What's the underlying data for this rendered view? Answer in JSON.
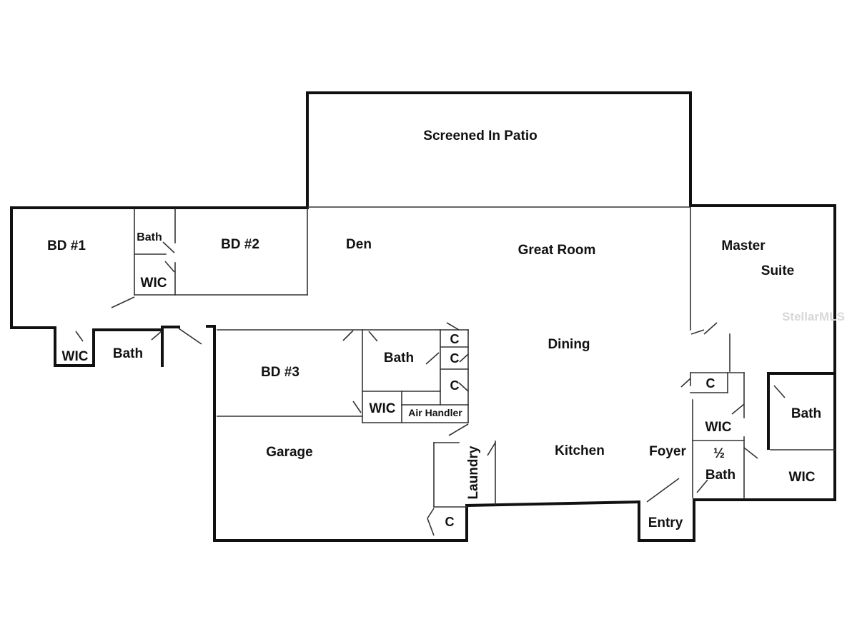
{
  "rooms": {
    "patio": "Screened In Patio",
    "bd1": "BD #1",
    "bd2": "BD #2",
    "bath_bd12": "Bath",
    "wic_bd12": "WIC",
    "wic_left": "WIC",
    "bath_left": "Bath",
    "den": "Den",
    "great_room": "Great Room",
    "master": "Master",
    "suite": "Suite",
    "bd3": "BD #3",
    "bath_bd3": "Bath",
    "closet_1": "C",
    "closet_2": "C",
    "closet_3": "C",
    "wic_bd3": "WIC",
    "air_handler": "Air Handler",
    "dining": "Dining",
    "garage": "Garage",
    "laundry": "Laundry",
    "closet_garage": "C",
    "kitchen": "Kitchen",
    "foyer": "Foyer",
    "entry": "Entry",
    "closet_master": "C",
    "wic_master_1": "WIC",
    "half": "½",
    "half_bath": "Bath",
    "bath_master": "Bath",
    "wic_master_2": "WIC"
  },
  "watermark": "StellarMLS"
}
